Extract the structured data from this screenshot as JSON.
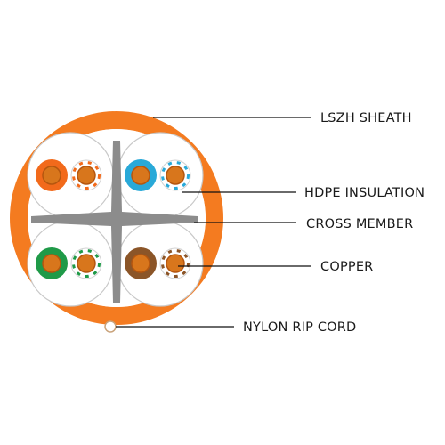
{
  "labels": {
    "sheath": "LSZH SHEATH",
    "insulation": "HDPE INSULATION",
    "cross_member": "CROSS MEMBER",
    "copper": "COPPER",
    "rip_cord": "NYLON RIP CORD"
  },
  "colors": {
    "sheath": "#f47b20",
    "cavity": "#ffffff",
    "pair_outline": "#c8c8c8",
    "cross_member": "#8c8c8c",
    "copper": "#d8761c",
    "copper_dark": "#b5560f",
    "white_insulation": "#ffffff",
    "leader": "#111111",
    "rip_cord_fill": "#ffffff"
  },
  "pairs": [
    {
      "name": "orange-pair",
      "color": "#f26a1b",
      "copper": "#d8761c"
    },
    {
      "name": "blue-pair",
      "color": "#29a9d8",
      "copper": "#d8761c"
    },
    {
      "name": "green-pair",
      "color": "#1f9a48",
      "copper": "#d8761c"
    },
    {
      "name": "brown-pair",
      "color": "#8b5528",
      "copper": "#d8761c"
    }
  ]
}
